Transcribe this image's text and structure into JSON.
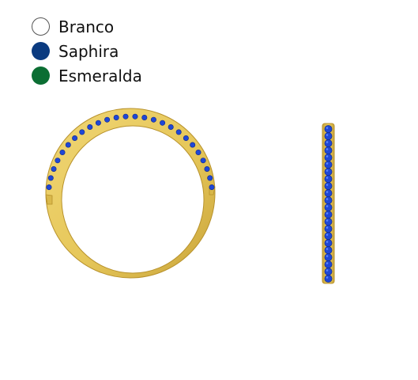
{
  "legend": {
    "items": [
      {
        "label": "Branco",
        "color": "#ffffff",
        "border": "#555555"
      },
      {
        "label": "Saphira",
        "color": "#0b3b80",
        "border": "#0b3b80"
      },
      {
        "label": "Esmeralda",
        "color": "#0b6e33",
        "border": "#0b6e33"
      }
    ]
  },
  "ring": {
    "metal_color": "#e6c75a",
    "metal_shadow": "#c9a43a",
    "stone_color": "#1f47d6",
    "stone_highlight": "#5a86ff"
  }
}
